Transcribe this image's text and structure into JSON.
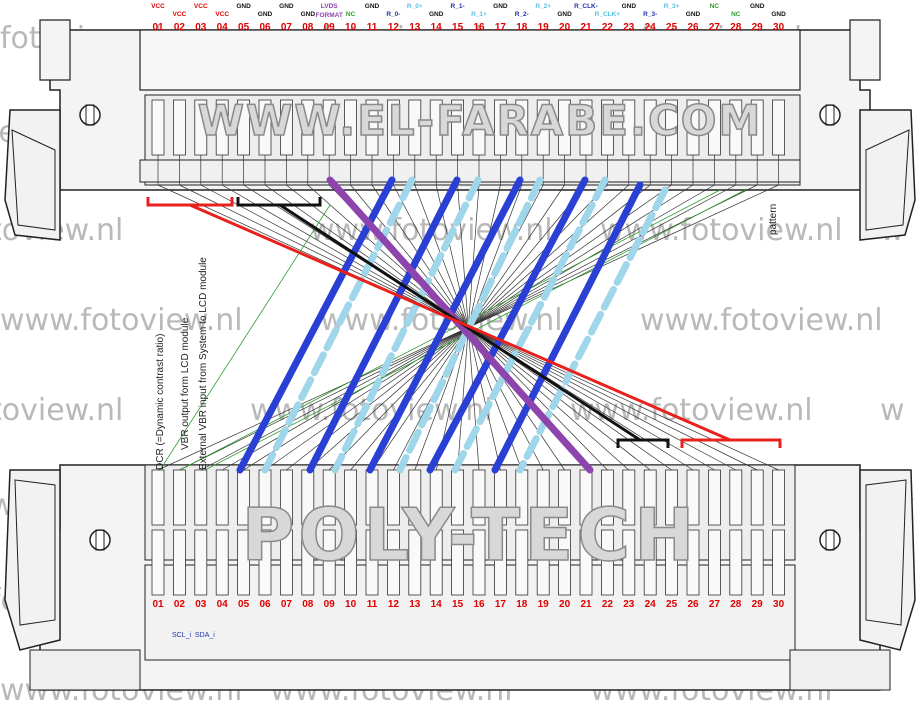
{
  "watermarks": {
    "main": "www.fotoview.nl",
    "left_fragment": "view.nl",
    "short": "foto",
    "partial_nl": ".nl",
    "top_partial": "fotoview.nl",
    "left_edge_short": "w.nl",
    "left_edge_iew": "iew.nl",
    "left_edge_toview": "toview.nl",
    "left_edge_fotoview": "fotoview.nl"
  },
  "logos": {
    "top": "WWW.EL-FARABE.COM",
    "bottom": "POLY-TECH"
  },
  "top_pin_numbers": [
    "01",
    "02",
    "03",
    "04",
    "05",
    "06",
    "07",
    "08",
    "09",
    "10",
    "11",
    "12",
    "13",
    "14",
    "15",
    "16",
    "17",
    "18",
    "19",
    "20",
    "21",
    "22",
    "23",
    "24",
    "25",
    "26",
    "27",
    "28",
    "29",
    "30"
  ],
  "bottom_pin_numbers": [
    "01",
    "02",
    "03",
    "04",
    "05",
    "06",
    "07",
    "08",
    "09",
    "10",
    "11",
    "12",
    "13",
    "14",
    "15",
    "16",
    "17",
    "18",
    "19",
    "20",
    "21",
    "22",
    "23",
    "24",
    "25",
    "26",
    "27",
    "28",
    "29",
    "30"
  ],
  "top_signal_labels": [
    {
      "text": "VCC",
      "color": "#e00000"
    },
    {
      "text": "VCC",
      "color": "#e00000"
    },
    {
      "text": "VCC",
      "color": "#e00000"
    },
    {
      "text": "VCC",
      "color": "#e00000"
    },
    {
      "text": "GND",
      "color": "#111111"
    },
    {
      "text": "GND",
      "color": "#111111"
    },
    {
      "text": "GND",
      "color": "#111111"
    },
    {
      "text": "GND",
      "color": "#111111"
    },
    {
      "text": "LVDS",
      "color": "#8e44ad"
    },
    {
      "text": "NC",
      "color": "#2e9e2e"
    },
    {
      "text": "GND",
      "color": "#111111"
    },
    {
      "text": "R_0-",
      "color": "#2233aa"
    },
    {
      "text": "R_0+",
      "color": "#5bc0de"
    },
    {
      "text": "GND",
      "color": "#111111"
    },
    {
      "text": "R_1-",
      "color": "#2233aa"
    },
    {
      "text": "R_1+",
      "color": "#5bc0de"
    },
    {
      "text": "GND",
      "color": "#111111"
    },
    {
      "text": "R_2-",
      "color": "#2233aa"
    },
    {
      "text": "R_2+",
      "color": "#5bc0de"
    },
    {
      "text": "GND",
      "color": "#111111"
    },
    {
      "text": "R_CLK-",
      "color": "#2233aa"
    },
    {
      "text": "R_CLK+",
      "color": "#5bc0de"
    },
    {
      "text": "GND",
      "color": "#111111"
    },
    {
      "text": "R_3-",
      "color": "#2233aa"
    },
    {
      "text": "R_3+",
      "color": "#5bc0de"
    },
    {
      "text": "GND",
      "color": "#111111"
    },
    {
      "text": "NC",
      "color": "#2e9e2e"
    },
    {
      "text": "NC",
      "color": "#2e9e2e"
    },
    {
      "text": "GND",
      "color": "#111111"
    },
    {
      "text": "GND",
      "color": "#111111"
    }
  ],
  "top_signal_sublabels": {
    "lvds_format": "FORMAT",
    "lvds": "LVDS"
  },
  "side_notes": {
    "dcr": "DCR (=Dynamic contrast ratio)",
    "vbr_out": "VBR output form LCD module",
    "vbr_in": "External VBR input from System to LCD module",
    "pattern": "pattern"
  },
  "bottom_notes": {
    "scl": "SCL_i",
    "sda": "SDA_i"
  },
  "colors": {
    "red": "#e8211d",
    "black": "#111111",
    "purple": "#8e44ad",
    "blue": "#2a3fd4",
    "lightblue": "#9fd6ea",
    "green": "#2e9e2e"
  }
}
